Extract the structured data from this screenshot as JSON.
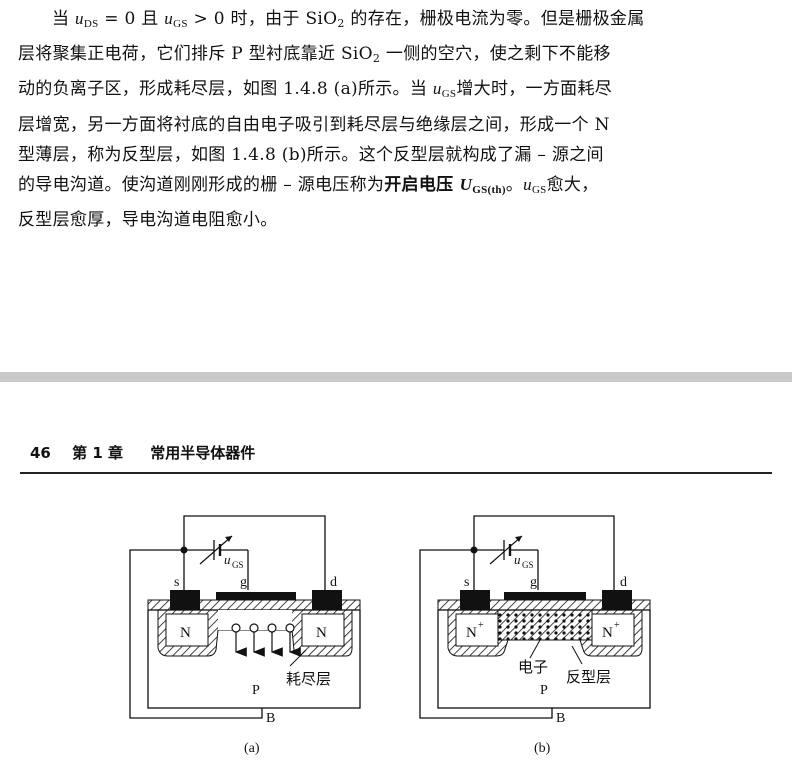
{
  "paragraph": {
    "lines": [
      [
        "当 ",
        {
          "sym": "u",
          "sub": "DS"
        },
        " = 0 且 ",
        {
          "sym": "u",
          "sub": "GS"
        },
        " > 0 时，由于 SiO",
        {
          "plain_sub": "2"
        },
        " 的存在，栅极电流为零。但是栅极金属"
      ],
      [
        "层将聚集正电荷，它们排斥 P 型衬底靠近 SiO",
        {
          "plain_sub": "2"
        },
        " 一侧的空穴，使之剩下不能移"
      ],
      [
        "动的负离子区，形成耗尽层，如图 1.4.8 (a)所示。当 ",
        {
          "sym": "u",
          "sub": "GS"
        },
        "增大时，一方面耗尽"
      ],
      [
        "层增宽，另一方面将衬底的自由电子吸引到耗尽层与绝缘层之间，形成一个 N"
      ],
      [
        "型薄层，称为反型层，如图 1.4.8 (b)所示。这个反型层就构成了漏 – 源之间"
      ],
      [
        "的导电沟道。使沟道刚刚形成的栅 – 源电压称为",
        {
          "bold": "开启电压 "
        },
        {
          "bold_sym": "U",
          "sub": "GS(th)"
        },
        "。",
        {
          "sym": "u",
          "sub": "GS"
        },
        "愈大，"
      ],
      [
        "反型层愈厚，导电沟道电阻愈小。"
      ]
    ]
  },
  "header": {
    "page_number": "46",
    "chapter": "第 1 章",
    "title": "常用半导体器件"
  },
  "figure_a": {
    "caption": "(a)",
    "source": "s",
    "gate": "g",
    "drain": "d",
    "voltage_symbol": "u",
    "voltage_sub": "GS",
    "n_region_left": "N",
    "n_region_right": "N",
    "substrate": "P",
    "bulk": "B",
    "depletion_label": "耗尽层"
  },
  "figure_b": {
    "caption": "(b)",
    "source": "s",
    "gate": "g",
    "drain": "d",
    "voltage_symbol": "u",
    "voltage_sub": "GS",
    "n_region_left": "N",
    "n_region_right": "N",
    "n_plus_mark": "+",
    "substrate": "P",
    "bulk": "B",
    "electron_label": "电子",
    "inversion_label": "反型层"
  }
}
